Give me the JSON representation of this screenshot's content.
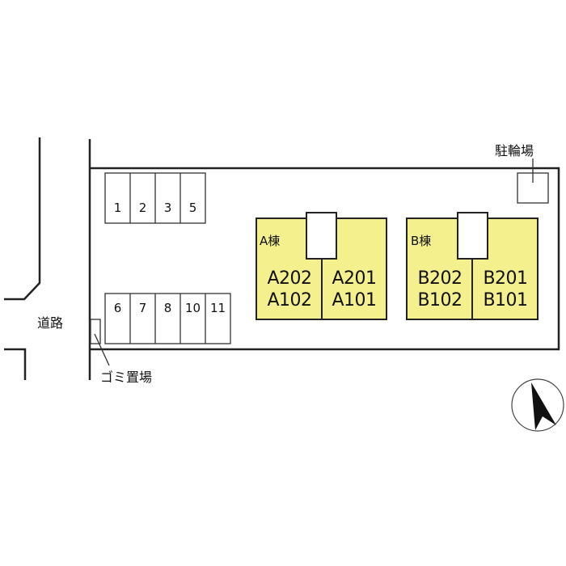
{
  "labels": {
    "road": "道路",
    "garbage": "ゴミ置場",
    "bicycle_parking": "駐輪場"
  },
  "parking_top": [
    "1",
    "2",
    "3",
    "5"
  ],
  "parking_bottom": [
    "6",
    "7",
    "8",
    "10",
    "11"
  ],
  "buildings": [
    {
      "name": "A棟",
      "left_units": [
        "A202",
        "A102"
      ],
      "right_units": [
        "A201",
        "A101"
      ]
    },
    {
      "name": "B棟",
      "left_units": [
        "B202",
        "B102"
      ],
      "right_units": [
        "B201",
        "B101"
      ]
    }
  ],
  "colors": {
    "building_fill": "#f5f08e",
    "line": "#222222"
  },
  "compass": "north-arrow-icon"
}
